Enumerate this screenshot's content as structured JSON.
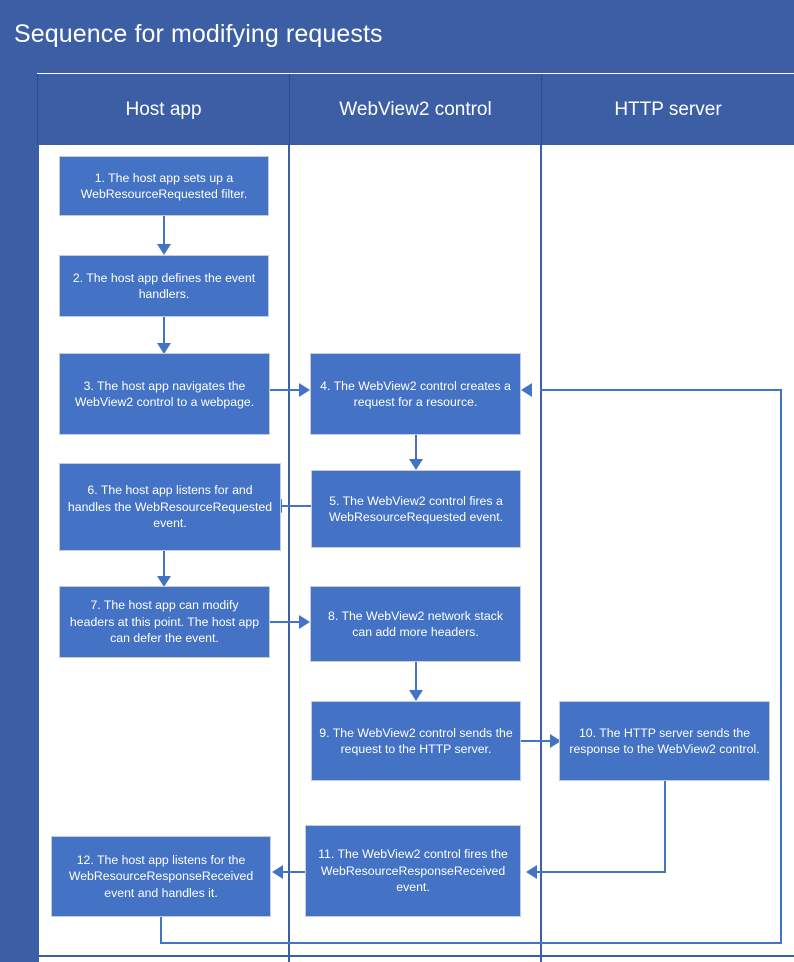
{
  "diagram": {
    "title": "Sequence for modifying requests",
    "type": "swimlane-flowchart",
    "colors": {
      "title_bar": "#3B5EA5",
      "lane_header": "#3B5EA5",
      "box_fill": "#4472C4",
      "box_border": "#C6CDD6",
      "connector": "#4472C4",
      "text": "#FFFFFF",
      "background": "#FFFFFF"
    }
  },
  "lanes": [
    {
      "id": "host-app",
      "label": "Host app"
    },
    {
      "id": "webview2-control",
      "label": "WebView2 control"
    },
    {
      "id": "http-server",
      "label": "HTTP server"
    }
  ],
  "steps": [
    {
      "n": 1,
      "lane": "host-app",
      "text": "1. The host app sets up a WebResourceRequested filter."
    },
    {
      "n": 2,
      "lane": "host-app",
      "text": "2. The host app defines the event handlers."
    },
    {
      "n": 3,
      "lane": "host-app",
      "text": "3. The host app navigates the WebView2 control to a webpage."
    },
    {
      "n": 4,
      "lane": "webview2-control",
      "text": "4. The WebView2 control creates a request for a resource."
    },
    {
      "n": 5,
      "lane": "webview2-control",
      "text": "5. The WebView2 control fires a WebResourceRequested event."
    },
    {
      "n": 6,
      "lane": "host-app",
      "text": "6. The host app listens for and handles the WebResourceRequested event."
    },
    {
      "n": 7,
      "lane": "host-app",
      "text": "7. The host app can modify headers at this point. The host app can defer the event."
    },
    {
      "n": 8,
      "lane": "webview2-control",
      "text": "8. The WebView2 network stack can add more headers."
    },
    {
      "n": 9,
      "lane": "webview2-control",
      "text": "9. The WebView2 control sends the request to the HTTP server."
    },
    {
      "n": 10,
      "lane": "http-server",
      "text": "10. The HTTP server sends the response to the WebView2 control."
    },
    {
      "n": 11,
      "lane": "webview2-control",
      "text": "11. The WebView2 control fires the WebResourceResponseReceived event."
    },
    {
      "n": 12,
      "lane": "host-app",
      "text": "12. The host app listens for the WebResourceResponseReceived event and handles it."
    }
  ],
  "connectors": [
    {
      "from": 1,
      "to": 2,
      "direction": "down"
    },
    {
      "from": 2,
      "to": 3,
      "direction": "down"
    },
    {
      "from": 3,
      "to": 4,
      "direction": "right"
    },
    {
      "from": 4,
      "to": 5,
      "direction": "down"
    },
    {
      "from": 5,
      "to": 6,
      "direction": "left"
    },
    {
      "from": 6,
      "to": 7,
      "direction": "down"
    },
    {
      "from": 7,
      "to": 8,
      "direction": "right"
    },
    {
      "from": 8,
      "to": 9,
      "direction": "down"
    },
    {
      "from": 9,
      "to": 10,
      "direction": "right"
    },
    {
      "from": 10,
      "to": 11,
      "direction": "down-left"
    },
    {
      "from": 11,
      "to": 12,
      "direction": "left"
    },
    {
      "from": 12,
      "to": 4,
      "direction": "loop-bottom-right-up"
    }
  ]
}
